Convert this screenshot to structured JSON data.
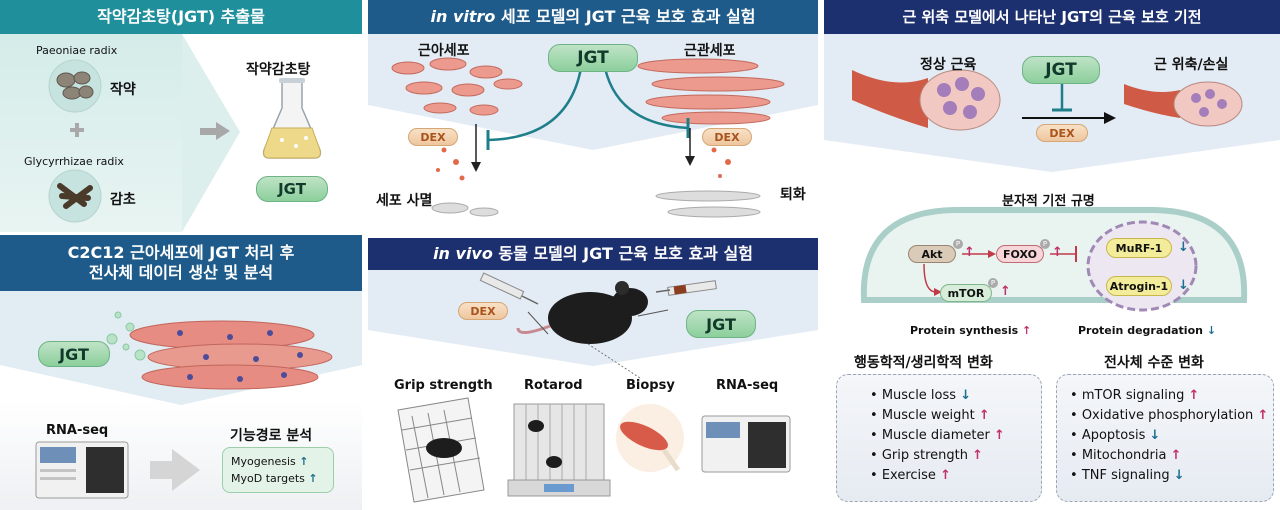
{
  "panel1": {
    "header": "작약감초탕(JGT) 추출물",
    "latin1": "Paeoniae radix",
    "herb1": "작약",
    "latin2": "Glycyrrhizae radix",
    "herb2": "감초",
    "product": "작약감초탕",
    "jgt": "JGT"
  },
  "panel2": {
    "header_line1": "C2C12 근아세포에 JGT 처리 후",
    "header_line2": "전사체 데이터 생산 및 분석",
    "jgt": "JGT",
    "rnaseq": "RNA-seq",
    "analysis": "기능경로 분석",
    "items": [
      {
        "text": "Myogenesis",
        "arrow": "↑"
      },
      {
        "text": "MyoD targets",
        "arrow": "↑"
      }
    ]
  },
  "panel3": {
    "header_italic": "in vitro",
    "header_rest": " 세포 모델의 JGT 근육 보호 효과 실험",
    "left_cell": "근아세포",
    "right_cell": "근관세포",
    "jgt": "JGT",
    "dex_left": "DEX",
    "dex_right": "DEX",
    "death": "세포 사멸",
    "degeneration": "퇴화"
  },
  "panel4": {
    "header_italic": "in vivo",
    "header_rest": " 동물 모델의 JGT 근육 보호 효과 실험",
    "dex": "DEX",
    "jgt": "JGT",
    "tests": [
      "Grip strength",
      "Rotarod",
      "Biopsy",
      "RNA-seq"
    ]
  },
  "panel5": {
    "header": "근 위축 모델에서 나타난 JGT의 근육 보호 기전",
    "normal": "정상 근육",
    "atrophy": "근 위축/손실",
    "jgt": "JGT",
    "dex": "DEX",
    "molecular": "분자적 기전 규명",
    "akt": "Akt",
    "akt_arrow": "↑",
    "foxo": "FOXO",
    "foxo_arrow": "↑",
    "mtor": "mTOR",
    "mtor_arrow": "↑",
    "murf": "MuRF-1",
    "murf_arrow": "↓",
    "atrogin": "Atrogin-1",
    "atrogin_arrow": "↓",
    "p_label": "P",
    "synthesis": "Protein synthesis",
    "synthesis_arrow": "↑",
    "degradation": "Protein degradation",
    "degradation_arrow": "↓",
    "behavior_title": "행동학적/생리학적 변화",
    "behavior": [
      {
        "text": "Muscle loss",
        "arrow": "↓"
      },
      {
        "text": "Muscle weight",
        "arrow": "↑"
      },
      {
        "text": "Muscle diameter",
        "arrow": "↑"
      },
      {
        "text": "Grip strength",
        "arrow": "↑"
      },
      {
        "text": "Exercise",
        "arrow": "↑"
      }
    ],
    "transcript_title": "전사체 수준 변화",
    "transcript": [
      {
        "text": "mTOR signaling",
        "arrow": "↑"
      },
      {
        "text": "Oxidative phosphorylation",
        "arrow": "↑"
      },
      {
        "text": "Apoptosis",
        "arrow": "↓"
      },
      {
        "text": "Mitochondria",
        "arrow": "↑"
      },
      {
        "text": "TNF signaling",
        "arrow": "↓"
      }
    ]
  },
  "colors": {
    "teal": "#1f8f9b",
    "blue": "#1e5b8a",
    "navy": "#1c2f6e",
    "up": "#c0306a",
    "down": "#1b6f8f"
  }
}
